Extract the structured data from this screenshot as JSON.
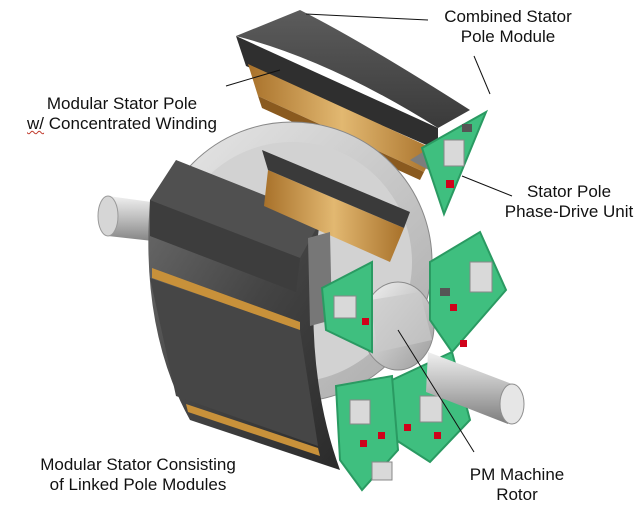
{
  "labels": {
    "combined_module": {
      "line1": "Combined Stator",
      "line2": "Pole Module"
    },
    "modular_pole": {
      "line1": "Modular Stator Pole",
      "line2_prefix": "w/",
      "line2_rest": " Concentrated Winding"
    },
    "phase_drive": {
      "line1": "Stator Pole",
      "line2": "Phase-Drive Unit"
    },
    "modular_stator": {
      "line1": "Modular Stator Consisting",
      "line2": "of Linked Pole Modules"
    },
    "rotor": {
      "line1": "PM Machine",
      "line2": "Rotor"
    }
  },
  "colors": {
    "core": "#4a4a4a",
    "core_dark": "#2e2e2e",
    "core_light": "#6d6d6d",
    "winding": "#c8913a",
    "winding_light": "#e2b871",
    "pcb": "#3fbf7f",
    "pcb_dark": "#2a9a62",
    "shaft": "#bdbdbd",
    "chip": "#d9d9d9",
    "cap": "#d0021b"
  }
}
